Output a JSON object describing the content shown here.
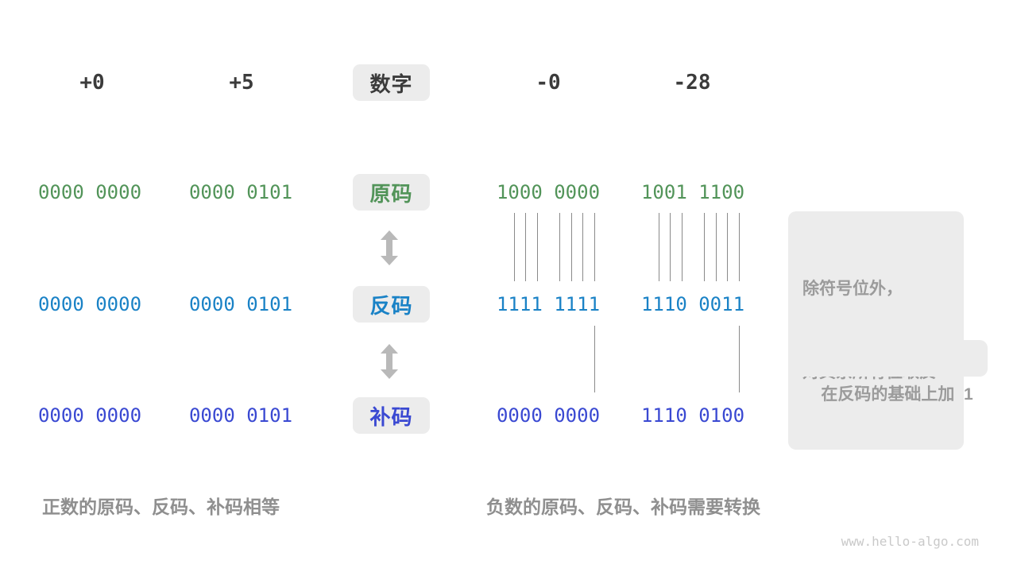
{
  "palette": {
    "green": "#529459",
    "blue": "#1a82c6",
    "indigo": "#3a49d2",
    "dark": "#3b3b3b",
    "graytext": "#9b9b9b",
    "captiontext": "#8f8f8f",
    "boxbg": "#ececec",
    "arrow": "#b9b9b9",
    "line": "#8a8a8a",
    "watermark": "#c9c9c9"
  },
  "header": {
    "label": "数字",
    "columns": [
      "+0",
      "+5",
      "-0",
      "-28"
    ]
  },
  "rows": [
    {
      "label": "原码",
      "meaning": "sign-magnitude",
      "values": [
        "0000 0000",
        "0000 0101",
        "1000 0000",
        "1001 1100"
      ]
    },
    {
      "label": "反码",
      "meaning": "ones-complement",
      "values": [
        "0000 0000",
        "0000 0101",
        "1111 1111",
        "1110 0011"
      ]
    },
    {
      "label": "补码",
      "meaning": "twos-complement",
      "values": [
        "0000 0000",
        "0000 0101",
        "0000 0000",
        "1110 0100"
      ]
    }
  ],
  "annotations": {
    "invert_line1": "除符号位外，",
    "invert_line2": "对其余所有位取反",
    "add_one": "在反码的基础上加  1"
  },
  "captions": {
    "positive": "正数的原码、反码、补码相等",
    "negative": "负数的原码、反码、补码需要转换"
  },
  "watermark": "www.hello-algo.com"
}
